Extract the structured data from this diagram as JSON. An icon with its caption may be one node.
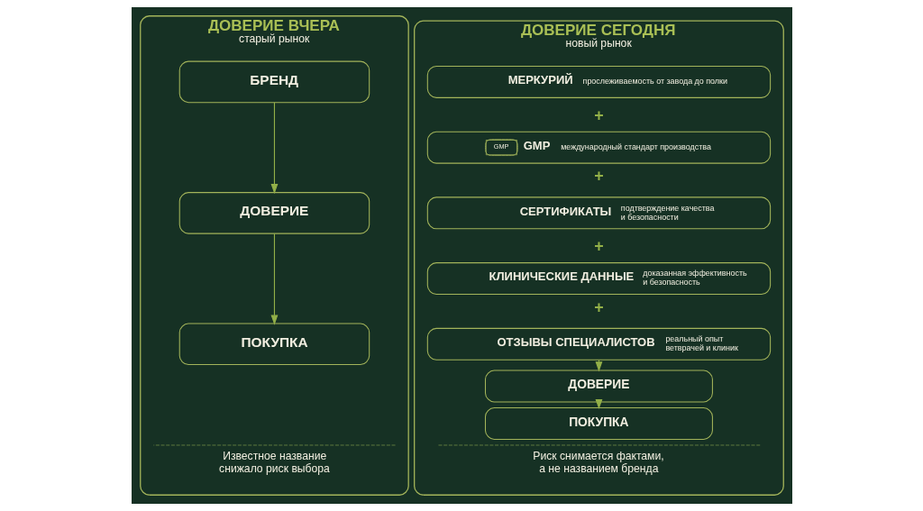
{
  "diagram": {
    "nodes": [
      {
        "text": [
          "ДОВЕРИЕ ВЧЕРА",
          "старый рынок"
        ]
      },
      {
        "text": [
          "БРЕНД"
        ],
        "in": 0
      },
      {
        "text": [
          "ДОВЕРИЕ"
        ],
        "in": 0
      },
      {
        "text": [
          "ПОКУПКА"
        ],
        "in": 0
      },
      {
        "text": [
          "ДОВЕРИЕ СЕГОДНЯ",
          "новый рынок"
        ]
      },
      {
        "text": [
          "МЕРКУРИЙ",
          "прослеживаемость от завода до полки"
        ],
        "in": 4
      },
      {
        "text": [
          "GMP",
          "GMP",
          "международный стандарт производства"
        ],
        "in": 4
      },
      {
        "text": [
          "СЕРТИФИКАТЫ",
          "подтверждение качества и безопасности"
        ],
        "in": 4
      },
      {
        "text": [
          "КЛИНИЧЕСКИЕ ДАННЫЕ",
          "доказанная эффективность и безопасность"
        ],
        "in": 4
      },
      {
        "text": [
          "ОТЗЫВЫ СПЕЦИАЛИСТОВ",
          "реальный опыт ветврачей и клиник"
        ],
        "in": 4
      },
      {
        "text": [
          "ДОВЕРИЕ"
        ],
        "in": 4
      },
      {
        "text": [
          "ПОКУПКА"
        ],
        "in": 4
      }
    ],
    "edges": [
      {
        "from": 1,
        "to": 2,
        "arrow": "to"
      },
      {
        "from": 2,
        "to": 3,
        "arrow": "to"
      },
      {
        "from": 9,
        "to": 10,
        "arrow": "to"
      },
      {
        "from": 10,
        "to": 11,
        "arrow": "to"
      }
    ],
    "labels": [
      "Известное название снижало риск выбора",
      "+",
      "+",
      "+",
      "+",
      "Риск снимается фактами, а не названием бренда"
    ]
  }
}
